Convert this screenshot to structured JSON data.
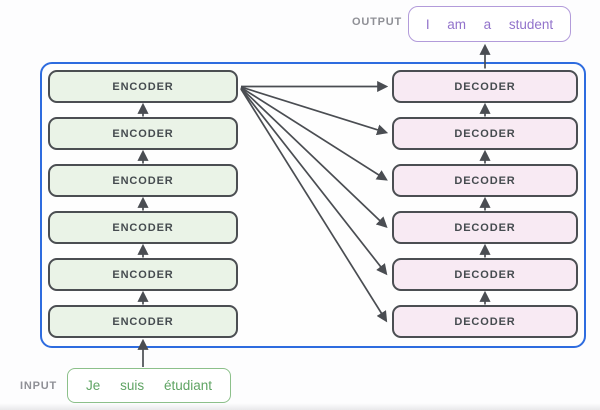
{
  "diagram": {
    "title_hint": "transformer encoder-decoder stack",
    "labels": {
      "output": "OUTPUT",
      "input": "INPUT"
    },
    "output_tokens": [
      "I",
      "am",
      "a",
      "student"
    ],
    "input_tokens": [
      "Je",
      "suis",
      "étudiant"
    ],
    "encoders": [
      "ENCODER",
      "ENCODER",
      "ENCODER",
      "ENCODER",
      "ENCODER",
      "ENCODER"
    ],
    "decoders": [
      "DECODER",
      "DECODER",
      "DECODER",
      "DECODER",
      "DECODER",
      "DECODER"
    ],
    "colors": {
      "container_border": "#2e6cdf",
      "box_border": "#4b4e52",
      "encoder_fill": "#eaf3e7",
      "decoder_fill": "#f8eaf3",
      "arrow": "#4a4d52",
      "label_gray": "#8f9096",
      "input_accent": "#5fa463",
      "input_border": "#8cc08a",
      "output_accent": "#9273cb",
      "output_border": "#b29bda"
    }
  }
}
